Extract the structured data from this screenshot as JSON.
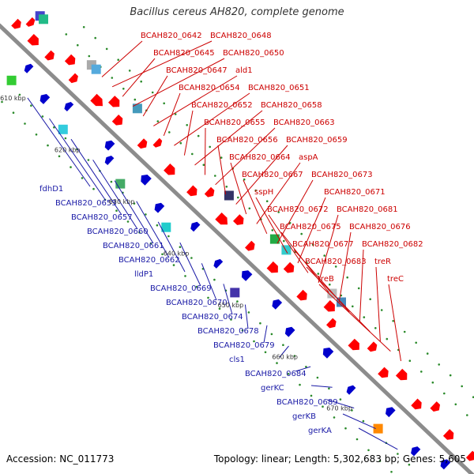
{
  "title": "Bacillus cereus AH820, complete genome",
  "accession": "Accession: NC_011773",
  "stats": "Topology: linear; Length: 5,302,683 bp; Genes: 5,605",
  "colors": {
    "forward": "#ff0000",
    "reverse": "#0000cc",
    "backbone": "#8c8c8c",
    "forward_label": "#cc0000",
    "reverse_label": "#1a1aa6",
    "tick": "#2a8a2a"
  },
  "ticks": [
    "610 kbp",
    "620 kbp",
    "630 kbp",
    "640 kbp",
    "650 kbp",
    "660 kbp",
    "670 kbp"
  ],
  "forward_labels": [
    "BCAH820_0642",
    "BCAH820_0648",
    "BCAH820_0645",
    "BCAH820_0650",
    "BCAH820_0647",
    "ald1",
    "BCAH820_0654",
    "BCAH820_0651",
    "BCAH820_0652",
    "BCAH820_0658",
    "BCAH820_0655",
    "BCAH820_0663",
    "BCAH820_0656",
    "BCAH820_0659",
    "BCAH820_0664",
    "aspA",
    "BCAH820_0667",
    "BCAH820_0673",
    "sspH",
    "BCAH820_0671",
    "BCAH820_0672",
    "BCAH820_0681",
    "BCAH820_0675",
    "BCAH820_0676",
    "BCAH820_0677",
    "BCAH820_0682",
    "BCAH820_0683",
    "treR",
    "treB",
    "treC"
  ],
  "reverse_labels": [
    "fdhD1",
    "BCAH820_0653",
    "BCAH820_0657",
    "BCAH820_0660",
    "BCAH820_0661",
    "BCAH820_0662",
    "lldP1",
    "BCAH820_0669",
    "BCAH820_0670",
    "BCAH820_0674",
    "BCAH820_0678",
    "BCAH820_0679",
    "cls1",
    "BCAH820_0684",
    "gerKC",
    "BCAH820_0689",
    "gerKB",
    "gerKA"
  ]
}
